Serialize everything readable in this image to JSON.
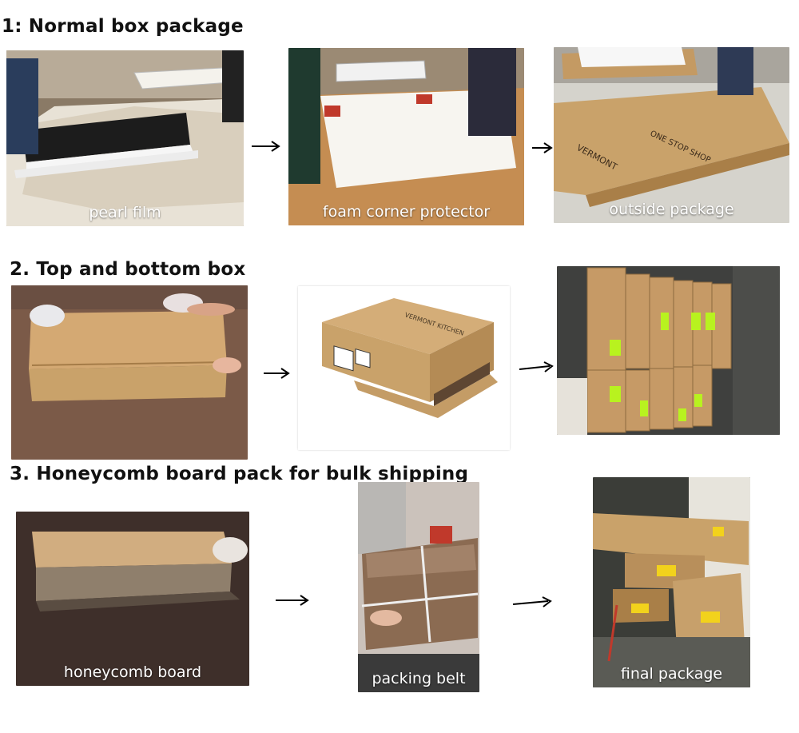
{
  "sections": [
    {
      "title": "1: Normal box package",
      "captions": [
        "pearl film",
        "foam corner protector",
        "outside package"
      ]
    },
    {
      "title": "2. Top and bottom box",
      "box_print": [
        "VERMONT KITCHEN"
      ]
    },
    {
      "title": "3. Honeycomb board pack for bulk shipping",
      "captions": [
        "honeycomb board",
        "packing belt",
        "final package"
      ]
    }
  ],
  "box_print": {
    "outside_package": [
      "ONE STOP SHOP",
      "VERMONT"
    ]
  },
  "colors": {
    "cardboard": "#c9a26a",
    "cardboard_dark": "#a97f48",
    "label_green": "#b8f21f",
    "label_yellow": "#f2d21c",
    "caption_text": "#ffffff"
  }
}
